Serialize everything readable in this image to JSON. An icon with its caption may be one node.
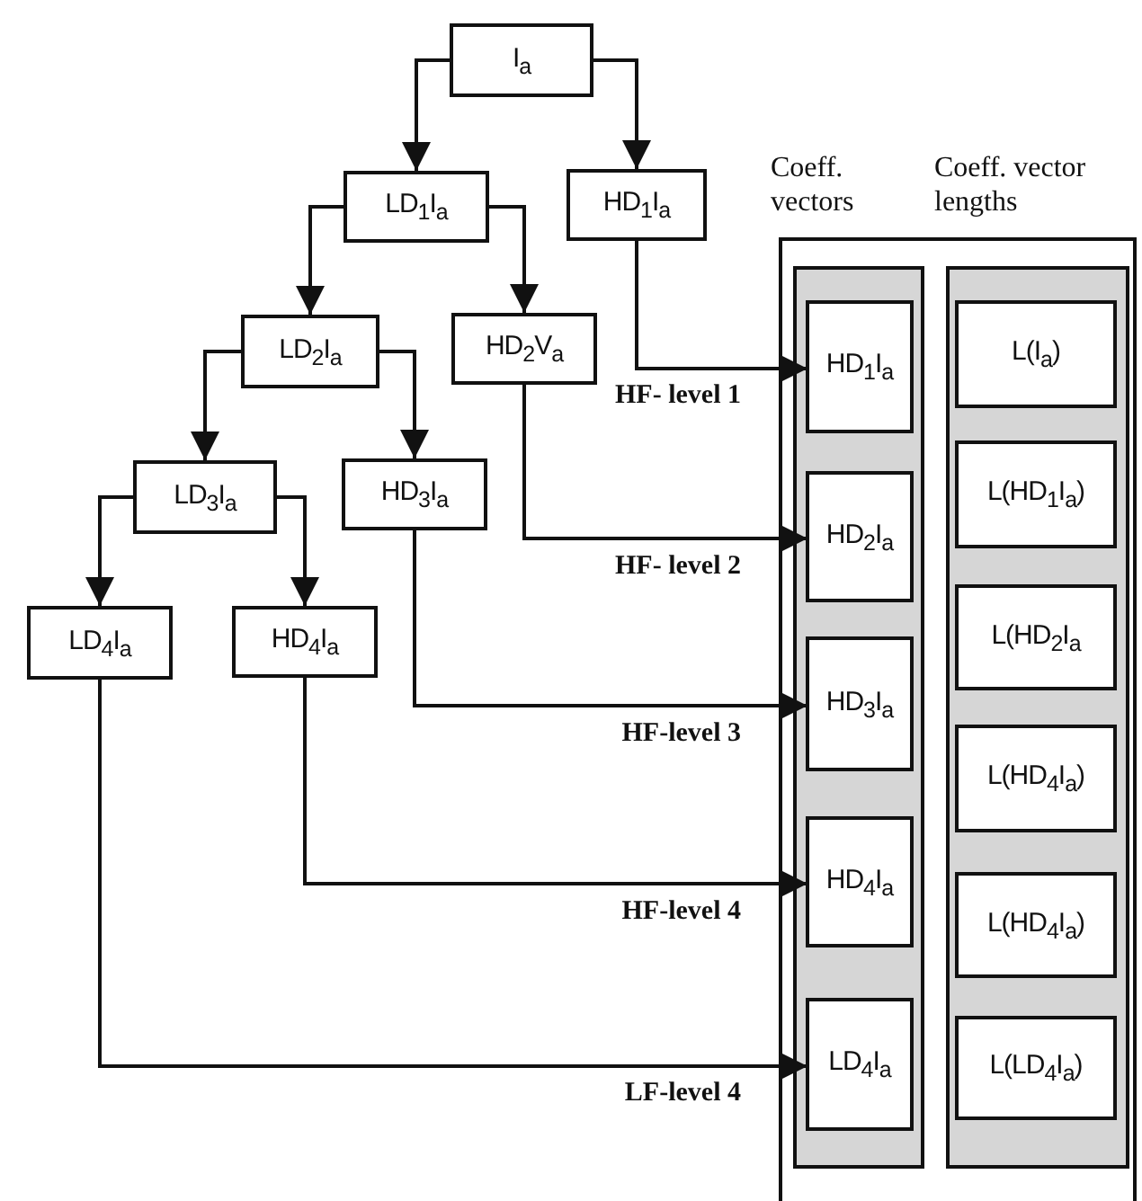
{
  "diagram": {
    "nodes": [
      {
        "text": [
          "I$_{a}$"
        ]
      },
      {
        "text": [
          "LD$_{1}$I$_{a}$"
        ]
      },
      {
        "text": [
          "HD$_{1}$I$_{a}$"
        ]
      },
      {
        "text": [
          "LD$_{2}$I$_{a}$"
        ]
      },
      {
        "text": [
          "HD$_{2}$V$_{a}$"
        ]
      },
      {
        "text": [
          "LD$_{3}$I$_{a}$"
        ]
      },
      {
        "text": [
          "HD$_{3}$I$_{a}$"
        ]
      },
      {
        "text": [
          "LD$_{4}$I$_{a}$"
        ]
      },
      {
        "text": [
          "HD$_{4}$I$_{a}$"
        ]
      },
      {
        "text": [],
        "shape": "box"
      },
      {
        "text": [
          "Coeff. vectors"
        ],
        "in": 9
      },
      {
        "text": [
          "Coeff. vector lengths"
        ],
        "in": 9
      },
      {
        "text": [
          "HD$_{1}$I$_{a}$"
        ],
        "in": 10
      },
      {
        "text": [
          "HD$_{2}$I$_{a}$"
        ],
        "in": 10
      },
      {
        "text": [
          "HD$_{3}$I$_{a}$"
        ],
        "in": 10
      },
      {
        "text": [
          "HD$_{4}$I$_{a}$"
        ],
        "in": 10
      },
      {
        "text": [
          "LD$_{4}$I$_{a}$"
        ],
        "in": 10
      },
      {
        "text": [
          "L(I$_{a}$)"
        ],
        "in": 11
      },
      {
        "text": [
          "L(HD$_{1}$I$_{a}$)"
        ],
        "in": 11
      },
      {
        "text": [
          "L(HD$_{2}$I$_{a}$"
        ],
        "in": 11
      },
      {
        "text": [
          "L(HD$_{4}$I$_{a}$)"
        ],
        "in": 11
      },
      {
        "text": [
          "L(HD$_{4}$I$_{a}$)"
        ],
        "in": 11
      },
      {
        "text": [
          "L(LD$_{4}$I$_{a}$)"
        ],
        "in": 11
      }
    ],
    "edges": [
      {
        "from": 0,
        "to": 1,
        "arrow": "to"
      },
      {
        "from": 0,
        "to": 2,
        "arrow": "to"
      },
      {
        "from": 1,
        "to": 3,
        "arrow": "to"
      },
      {
        "from": 1,
        "to": 4,
        "arrow": "to"
      },
      {
        "from": 3,
        "to": 5,
        "arrow": "to"
      },
      {
        "from": 3,
        "to": 6,
        "arrow": "to"
      },
      {
        "from": 5,
        "to": 7,
        "arrow": "to"
      },
      {
        "from": 5,
        "to": 8,
        "arrow": "to"
      },
      {
        "from": 2,
        "to": 12,
        "arrow": "to",
        "label": "HF- level 1"
      },
      {
        "from": 4,
        "to": 13,
        "arrow": "to",
        "label": "HF- level 2"
      },
      {
        "from": 6,
        "to": 14,
        "arrow": "to",
        "label": "HF-level 3"
      },
      {
        "from": 8,
        "to": 15,
        "arrow": "to",
        "label": "HF-level 4"
      },
      {
        "from": 7,
        "to": 16,
        "arrow": "to",
        "label": "LF-level 4"
      }
    ]
  }
}
